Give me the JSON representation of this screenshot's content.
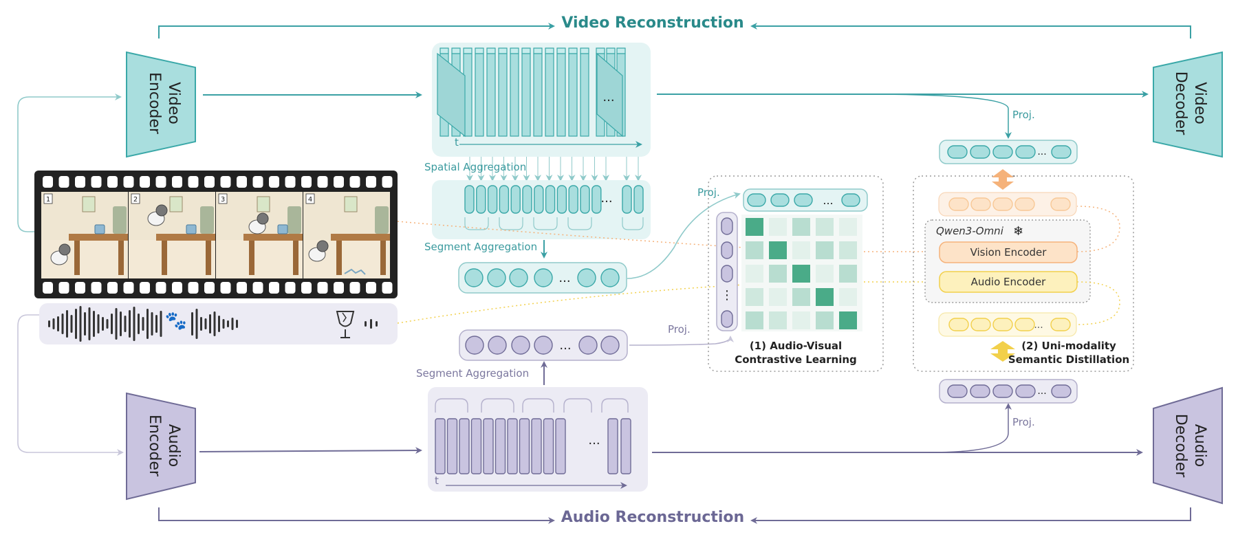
{
  "titles": {
    "video_reconstruction": "Video Reconstruction",
    "audio_reconstruction": "Audio Reconstruction"
  },
  "blocks": {
    "video_encoder": [
      "Video",
      "Encoder"
    ],
    "video_decoder": [
      "Video",
      "Decoder"
    ],
    "audio_encoder": [
      "Audio",
      "Encoder"
    ],
    "audio_decoder": [
      "Audio",
      "Decoder"
    ]
  },
  "labels": {
    "spatial_aggregation": "Spatial Aggregation",
    "segment_aggregation_video": "Segment Aggregation",
    "segment_aggregation_audio": "Segment Aggregation",
    "proj_video_top": "Proj.",
    "proj_video_contrast": "Proj.",
    "proj_audio_contrast": "Proj.",
    "proj_audio_bottom": "Proj.",
    "time_axis_video": "t",
    "time_axis_audio": "t",
    "ellipsis": "...",
    "vertical_ellipsis": "⋮",
    "frame_numbers": [
      "1",
      "2",
      "3",
      "4"
    ]
  },
  "contrastive": {
    "title_line1": "(1) Audio-Visual",
    "title_line2": "Contrastive Learning"
  },
  "distillation": {
    "model_name": "Qwen3-Omni",
    "vision_encoder": "Vision Encoder",
    "audio_encoder": "Audio Encoder",
    "title_line1": "(2) Uni-modality",
    "title_line2": "Semantic Distillation"
  },
  "icons": {
    "paw": "🐾",
    "broken_glass": "broken-glass-icon",
    "snowflake": "❄"
  },
  "colors": {
    "teal": "#3aa8a8",
    "teal_fill": "#a9dede",
    "teal_light": "#e4f4f4",
    "purple": "#6f6b96",
    "purple_fill": "#c9c4e0",
    "purple_light": "#ecebf4",
    "orange": "#f5b27a",
    "yellow": "#f2d04b",
    "matrix_dark": "#4aab88"
  }
}
